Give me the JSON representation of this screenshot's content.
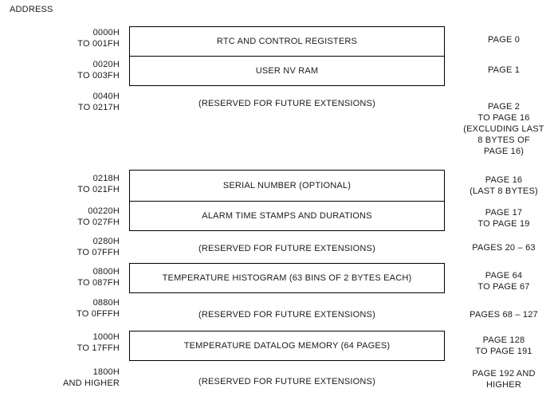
{
  "heading": "ADDRESS",
  "colors": {
    "background": "#ffffff",
    "text": "#1a1a1a",
    "box_border": "#000000"
  },
  "rows": [
    {
      "address_lines": [
        "0000H",
        "TO 001FH"
      ],
      "block": "RTC AND CONTROL REGISTERS",
      "boxed": true,
      "page_lines": [
        "PAGE 0"
      ]
    },
    {
      "address_lines": [
        "0020H",
        "TO 003FH"
      ],
      "block": "USER NV RAM",
      "boxed": true,
      "page_lines": [
        "PAGE 1"
      ]
    },
    {
      "address_lines": [
        "0040H",
        "TO 0217H"
      ],
      "block": "(RESERVED FOR FUTURE EXTENSIONS)",
      "boxed": false,
      "page_lines": [
        "PAGE 2",
        "TO PAGE 16",
        "(EXCLUDING LAST",
        "8 BYTES OF",
        "PAGE 16)"
      ]
    },
    {
      "address_lines": [
        "0218H",
        "TO 021FH"
      ],
      "block": "SERIAL NUMBER (OPTIONAL)",
      "boxed": true,
      "page_lines": [
        "PAGE 16",
        "(LAST 8 BYTES)"
      ]
    },
    {
      "address_lines": [
        "00220H",
        "TO 027FH"
      ],
      "block": "ALARM TIME STAMPS AND DURATIONS",
      "boxed": true,
      "page_lines": [
        "PAGE 17",
        "TO PAGE 19"
      ]
    },
    {
      "address_lines": [
        "0280H",
        "TO 07FFH"
      ],
      "block": "(RESERVED FOR FUTURE EXTENSIONS)",
      "boxed": false,
      "page_lines": [
        "PAGES 20 – 63"
      ]
    },
    {
      "address_lines": [
        "0800H",
        "TO 087FH"
      ],
      "block": "TEMPERATURE HISTOGRAM (63 BINS OF 2 BYTES EACH)",
      "boxed": true,
      "page_lines": [
        "PAGE 64",
        "TO PAGE 67"
      ]
    },
    {
      "address_lines": [
        "0880H",
        "TO 0FFFH"
      ],
      "block": "(RESERVED FOR FUTURE EXTENSIONS)",
      "boxed": false,
      "page_lines": [
        "PAGES 68 – 127"
      ]
    },
    {
      "address_lines": [
        "1000H",
        "TO 17FFH"
      ],
      "block": "TEMPERATURE DATALOG MEMORY (64 PAGES)",
      "boxed": true,
      "page_lines": [
        "PAGE 128",
        "TO PAGE 191"
      ]
    },
    {
      "address_lines": [
        "1800H",
        "AND HIGHER"
      ],
      "block": "(RESERVED FOR FUTURE EXTENSIONS)",
      "boxed": false,
      "page_lines": [
        "PAGE 192 AND",
        "HIGHER"
      ]
    }
  ]
}
